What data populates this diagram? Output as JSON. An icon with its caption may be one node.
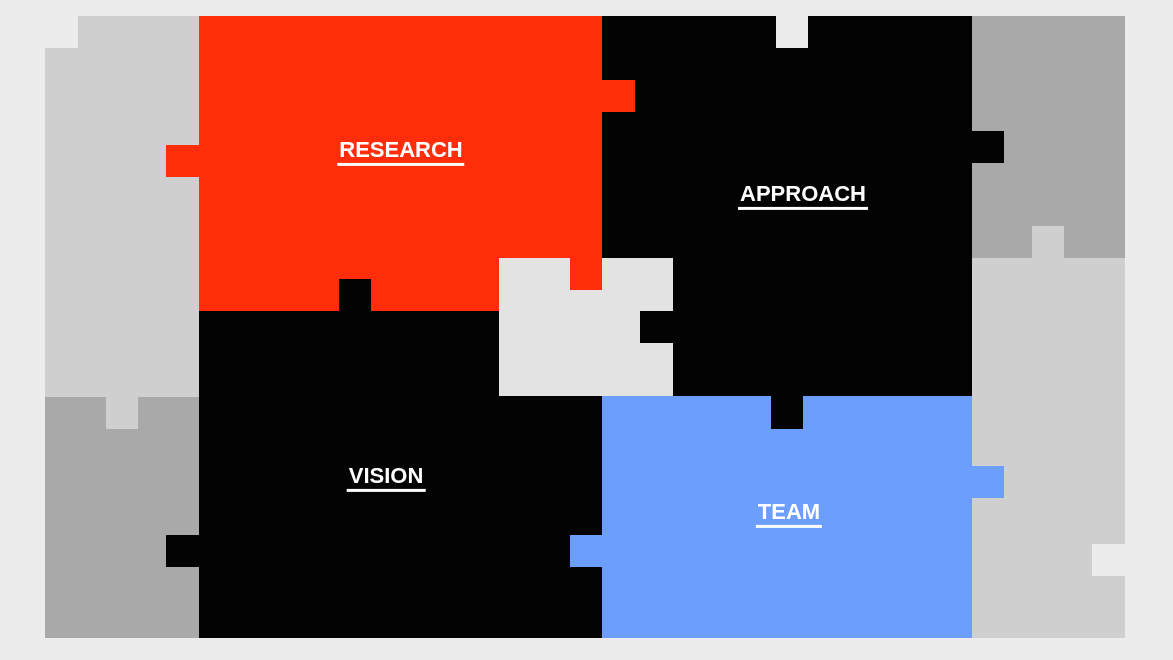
{
  "diagram": {
    "nodes": [
      {
        "text": [],
        "shape": "box"
      },
      {
        "text": [
          "RESEARCH"
        ]
      },
      {
        "text": [
          "APPROACH"
        ]
      },
      {
        "text": [],
        "shape": "box"
      },
      {
        "text": [],
        "shape": "box"
      },
      {
        "text": [],
        "shape": "box"
      },
      {
        "text": [
          "VISION"
        ]
      },
      {
        "text": [
          "TEAM"
        ]
      },
      {
        "text": [],
        "shape": "box"
      }
    ]
  }
}
